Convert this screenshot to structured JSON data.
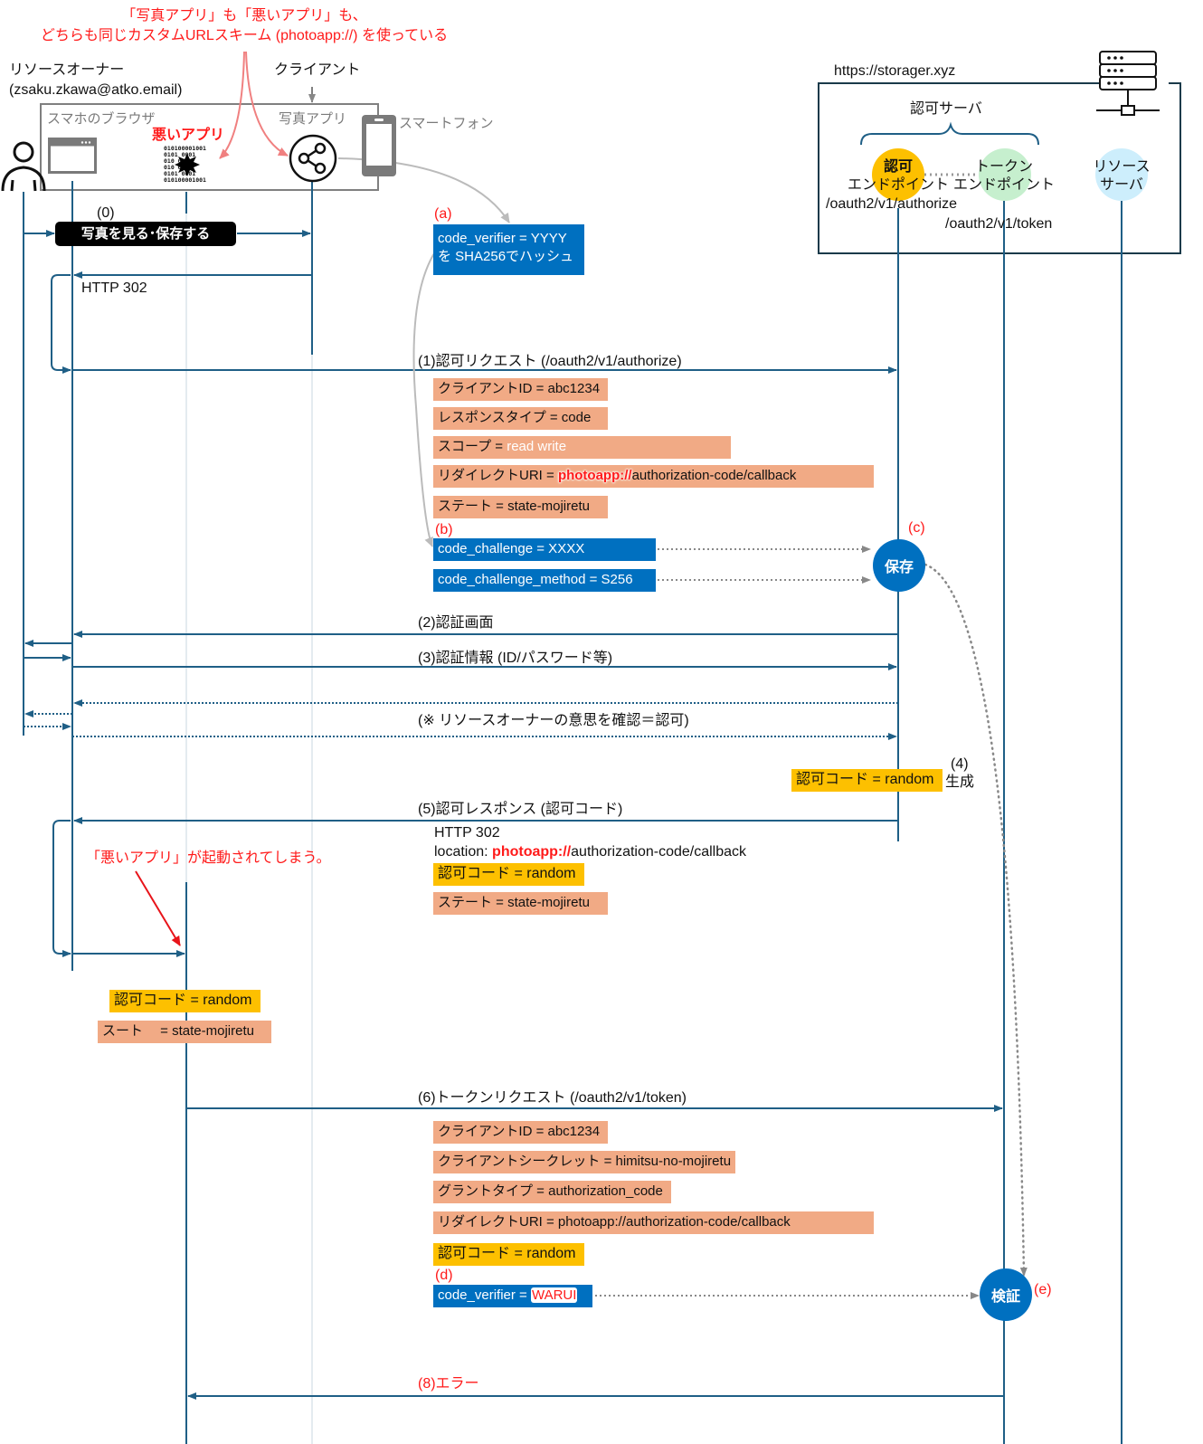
{
  "header": {
    "note_line1": "「写真アプリ」も「悪いアプリ」も、",
    "note_line2": "どちらも同じカスタムURLスキーム (photoapp://) を使っている"
  },
  "actors": {
    "resource_owner": "リソースオーナー",
    "resource_owner_email": "(zsaku.zkawa@atko.email)",
    "client": "クライアント",
    "browser": "スマホのブラウザ",
    "bad_app": "悪いアプリ",
    "photo_app": "写真アプリ",
    "smartphone": "スマートフォン",
    "server_domain": "https://storager.xyz",
    "auth_server": "認可サーバ",
    "auth_endpoint_line1": "認可",
    "auth_endpoint_line2": "エンドポイント",
    "auth_endpoint_path": "/oauth2/v1/authorize",
    "token_endpoint_line1": "トークン",
    "token_endpoint_line2": "エンドポイント",
    "token_endpoint_path": "/oauth2/v1/token",
    "resource_server_line1": "リソース",
    "resource_server_line2": "サーバ"
  },
  "colors": {
    "lifeline": "#1f5f86",
    "auth_endpoint": "#fdc000",
    "token_endpoint": "#c6efce",
    "resource_server": "#cdeefc",
    "accent_red": "#ff1a1a",
    "param_salmon": "#f1aa85",
    "code_gold": "#fdc000",
    "pkce_blue": "#0070c0"
  },
  "steps": {
    "s0_num": "(0)",
    "s0_label": "写真を見る･保存する",
    "http302_a": "HTTP 302",
    "s1": "(1)認可リクエスト (/oauth2/v1/authorize)",
    "s2": "(2)認証画面",
    "s3": "(3)認証情報 (ID/パスワード等)",
    "consent": "(※ リソースオーナーの意思を確認＝認可)",
    "s4_num": "(4)",
    "s4_label": "生成",
    "s5": "(5)認可レスポンス (認可コード)",
    "s5_http": "HTTP 302",
    "s5_location_prefix": "location: ",
    "s5_location_scheme": "photoapp://",
    "s5_location_rest": "authorization-code/callback",
    "bad_app_note": "「悪いアプリ」が起動されてしまう。",
    "s6": "(6)トークンリクエスト (/oauth2/v1/token)",
    "s8": "(8)エラー"
  },
  "pkce": {
    "a_label": "(a)",
    "a_line1": "code_verifier = YYYY",
    "a_line2": "を SHA256でハッシュ",
    "b_label": "(b)",
    "code_challenge": "code_challenge = XXXX",
    "code_challenge_method": "code_challenge_method = S256",
    "c_label": "(c)",
    "save": "保存",
    "d_label": "(d)",
    "verifier_prefix": "code_verifier = ",
    "verifier_value": "WARUI",
    "e_label": "(e)",
    "verify": "検証"
  },
  "request1_params": {
    "client_id": "クライアントID = abc1234",
    "response_type": "レスポンスタイプ = code",
    "scope_prefix": "スコープ = ",
    "scope_value": "read write",
    "redirect_prefix": "リダイレクトURI = ",
    "redirect_scheme": "photoapp://",
    "redirect_rest": "authorization-code/callback",
    "state": "ステート = state-mojiretu"
  },
  "auth_code_generated": "認可コード = random",
  "response5_params": {
    "code": "認可コード = random",
    "state": "ステート = state-mojiretu"
  },
  "bad_app_received": {
    "code": "認可コード = random",
    "state": "スート　 = state-mojiretu"
  },
  "request6_params": {
    "client_id": "クライアントID = abc1234",
    "client_secret": "クライアントシークレット = himitsu-no-mojiretu",
    "grant_type": "グラントタイプ = authorization_code",
    "redirect_uri": "リダイレクトURI = photoapp://authorization-code/callback",
    "code": "認可コード = random"
  }
}
